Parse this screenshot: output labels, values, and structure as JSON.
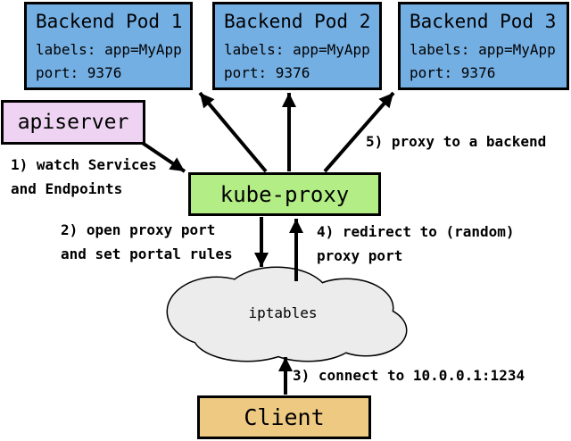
{
  "nodes": {
    "pods": [
      {
        "title": "Backend Pod 1",
        "labels_line": "labels: app=MyApp",
        "port_line": "port: 9376"
      },
      {
        "title": "Backend Pod 2",
        "labels_line": "labels: app=MyApp",
        "port_line": "port: 9376"
      },
      {
        "title": "Backend Pod 3",
        "labels_line": "labels: app=MyApp",
        "port_line": "port: 9376"
      }
    ],
    "apiserver_label": "apiserver",
    "kube_proxy_label": "kube-proxy",
    "iptables_label": "iptables",
    "client_label": "Client"
  },
  "annotations": {
    "step1": "1) watch Services\nand Endpoints",
    "step2": "2) open proxy port\nand set portal rules",
    "step3": "3) connect to 10.0.0.1:1234",
    "step4": "4) redirect to (random)\nproxy port",
    "step5": "5) proxy to a backend"
  },
  "colors": {
    "pod_fill": "#74afe4",
    "apiserver_fill": "#eed3f3",
    "kube_proxy_fill": "#b2ed85",
    "client_fill": "#eec981",
    "cloud_fill": "#ececec",
    "border": "#000000",
    "arrow": "#000000"
  }
}
